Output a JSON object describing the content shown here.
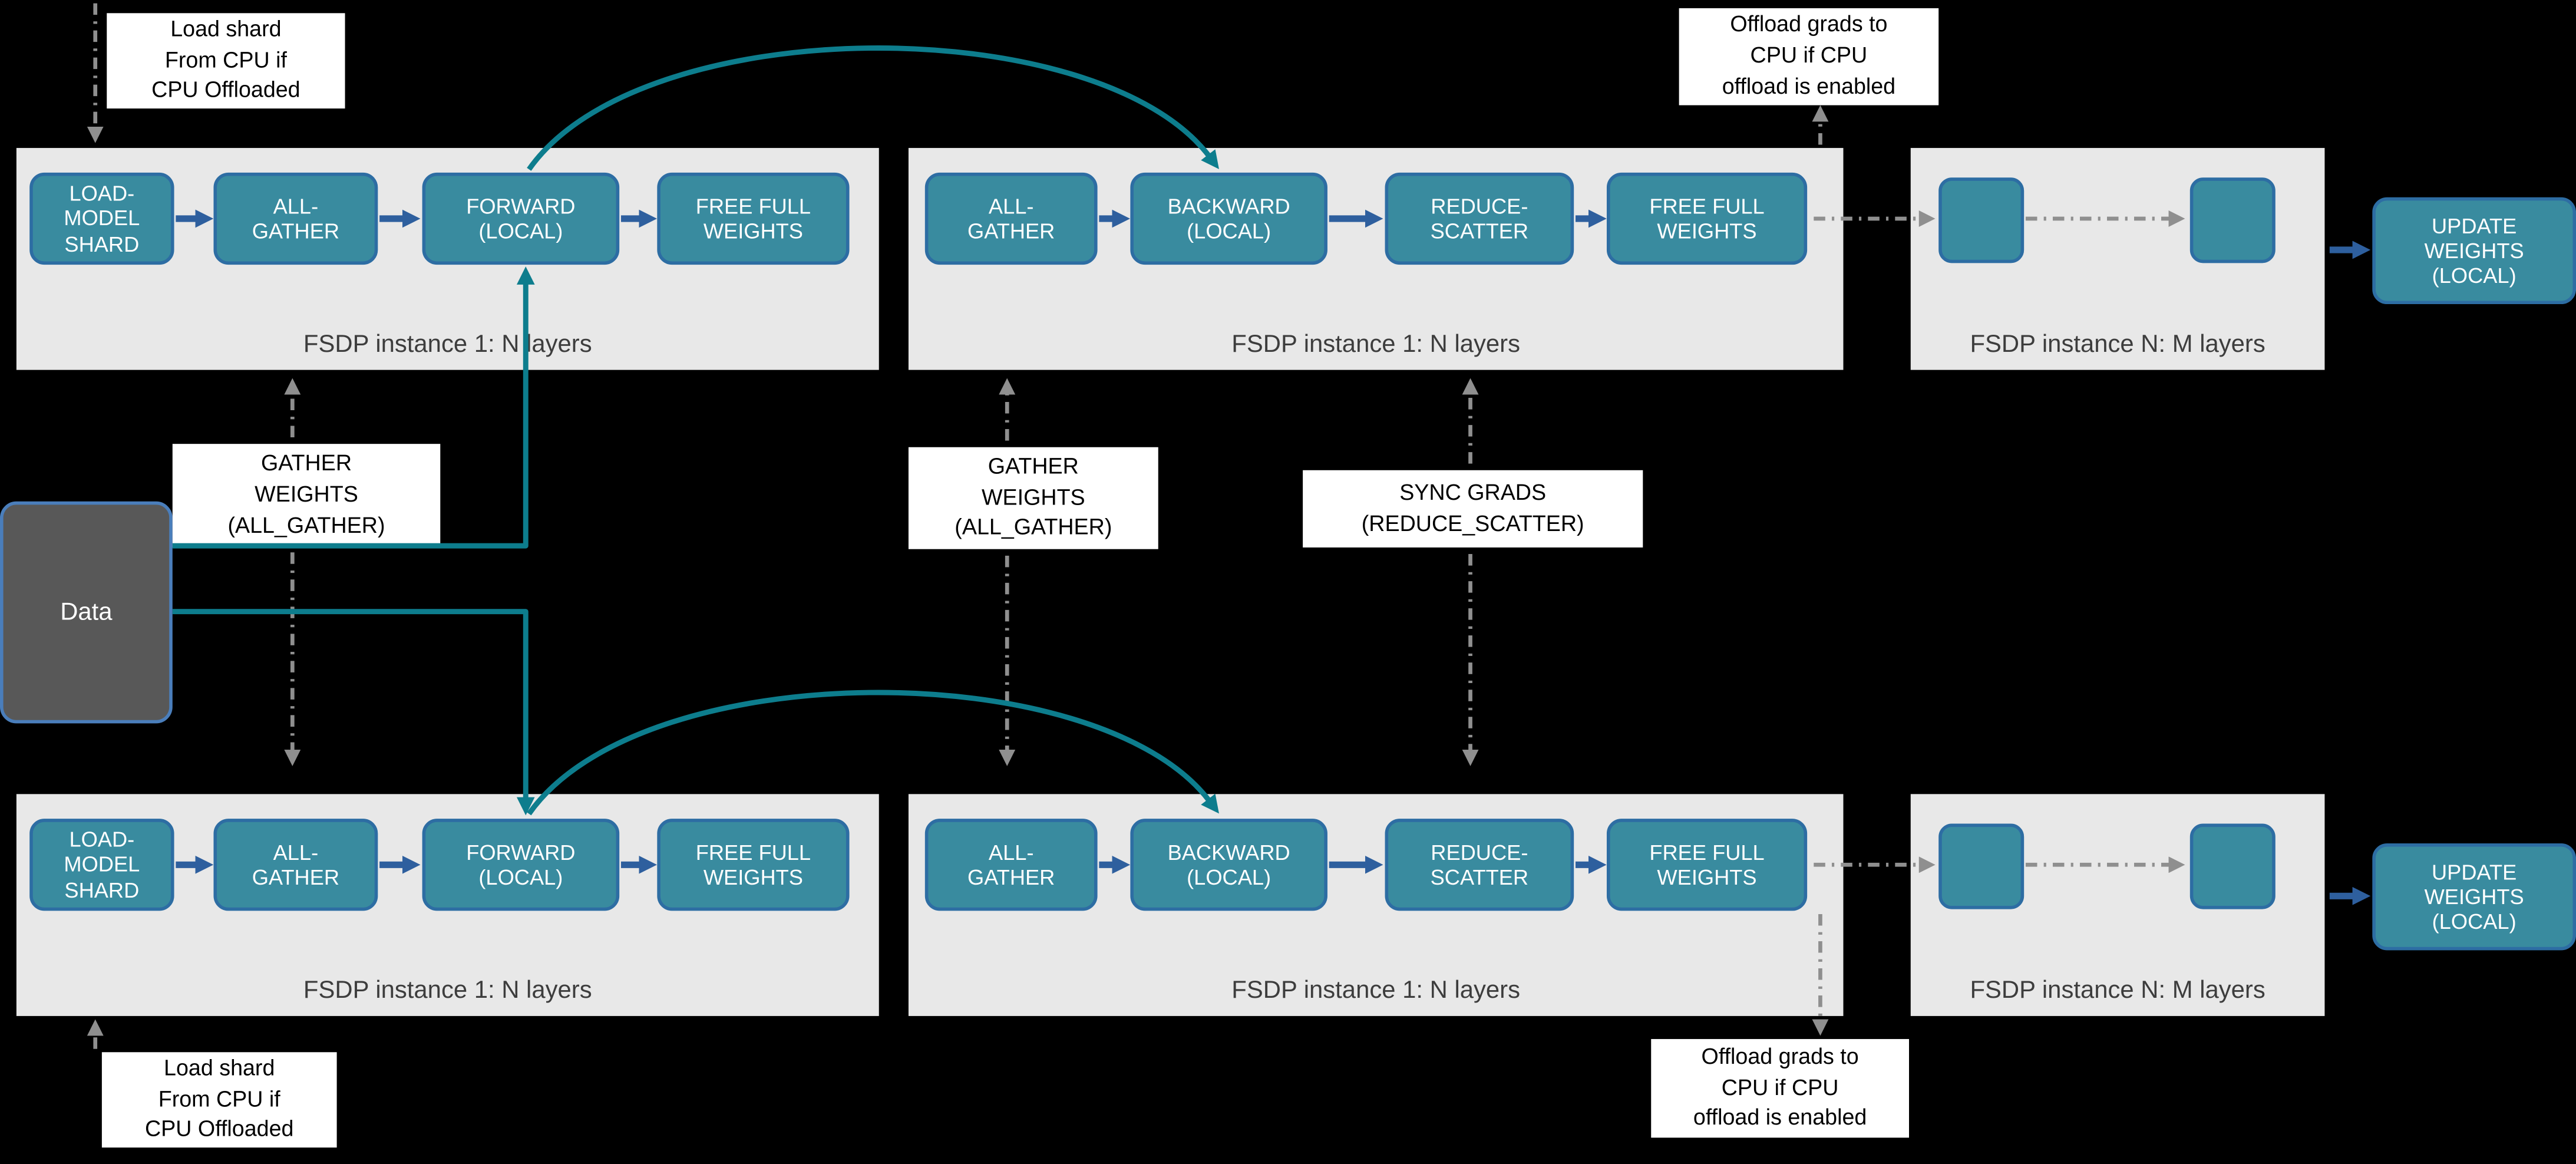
{
  "colors": {
    "background": "#000000",
    "panel_bg": "#e8e8e8",
    "panel_title_text": "#3d3d3d",
    "node_fill": "#398b9f",
    "node_border": "#2d6da3",
    "node_text": "#ffffff",
    "arrow_blue": "#2e5f9e",
    "arrow_teal": "#0d7d8d",
    "arrow_gray": "#8f8f8f",
    "callout_bg": "#ffffff",
    "callout_text": "#000000",
    "data_fill": "#585858",
    "data_border": "#4a7ebb"
  },
  "data_node": {
    "label": "Data"
  },
  "callouts": {
    "load_top": "Load shard\nFrom CPU if\nCPU Offloaded",
    "offload_top": "Offload grads to\nCPU if CPU\noffload is enabled",
    "gather_left": "GATHER\nWEIGHTS\n(ALL_GATHER)",
    "gather_right": "GATHER\nWEIGHTS\n(ALL_GATHER)",
    "sync_grads": "SYNC GRADS\n(REDUCE_SCATTER)",
    "load_bottom": "Load shard\nFrom CPU if\nCPU Offloaded",
    "offload_bottom": "Offload grads to\nCPU if CPU\noffload is enabled"
  },
  "rows": [
    {
      "forward_panel": {
        "title": "FSDP instance 1: N layers",
        "nodes": [
          {
            "label": "LOAD-\nMODEL\nSHARD"
          },
          {
            "label": "ALL-\nGATHER"
          },
          {
            "label": "FORWARD\n(LOCAL)"
          },
          {
            "label": "FREE FULL\nWEIGHTS"
          }
        ]
      },
      "backward_panel": {
        "title": "FSDP instance 1: N layers",
        "nodes": [
          {
            "label": "ALL-\nGATHER"
          },
          {
            "label": "BACKWARD\n(LOCAL)"
          },
          {
            "label": "REDUCE-\nSCATTER"
          },
          {
            "label": "FREE FULL\nWEIGHTS"
          }
        ]
      },
      "tail_panel": {
        "title": "FSDP instance N: M layers"
      },
      "update_node": {
        "label": "UPDATE\nWEIGHTS\n(LOCAL)"
      }
    },
    {
      "forward_panel": {
        "title": "FSDP instance 1: N layers",
        "nodes": [
          {
            "label": "LOAD-\nMODEL\nSHARD"
          },
          {
            "label": "ALL-\nGATHER"
          },
          {
            "label": "FORWARD\n(LOCAL)"
          },
          {
            "label": "FREE FULL\nWEIGHTS"
          }
        ]
      },
      "backward_panel": {
        "title": "FSDP instance 1: N layers",
        "nodes": [
          {
            "label": "ALL-\nGATHER"
          },
          {
            "label": "BACKWARD\n(LOCAL)"
          },
          {
            "label": "REDUCE-\nSCATTER"
          },
          {
            "label": "FREE FULL\nWEIGHTS"
          }
        ]
      },
      "tail_panel": {
        "title": "FSDP instance N: M layers"
      },
      "update_node": {
        "label": "UPDATE\nWEIGHTS\n(LOCAL)"
      }
    }
  ]
}
